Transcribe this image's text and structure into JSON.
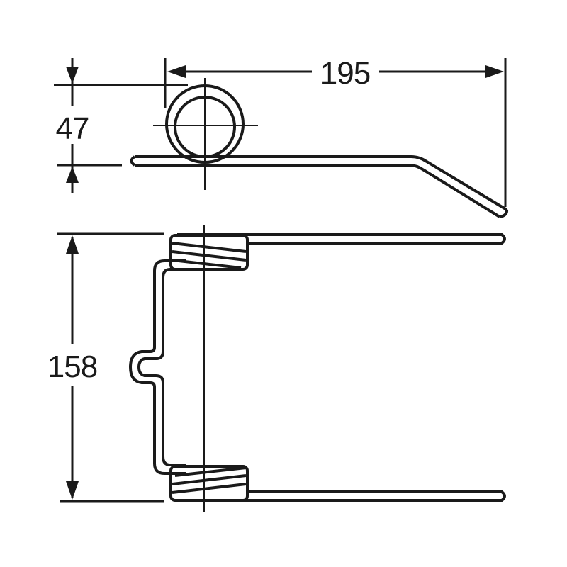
{
  "drawing": {
    "title": "Double torsion spring tine (technical drawing)",
    "stroke_color": "#1a1a1a",
    "background_color": "#ffffff",
    "dimensions": {
      "width": {
        "value": "195",
        "label": "195"
      },
      "coil_height": {
        "value": "47",
        "label": "47"
      },
      "overall_length": {
        "value": "158",
        "label": "158"
      }
    },
    "views": [
      {
        "name": "side-view",
        "description": "Coil with straight tine bending downward at end"
      },
      {
        "name": "top-view",
        "description": "Two coils joined by a U-shaped bracket with center loop, two parallel tines"
      }
    ]
  }
}
